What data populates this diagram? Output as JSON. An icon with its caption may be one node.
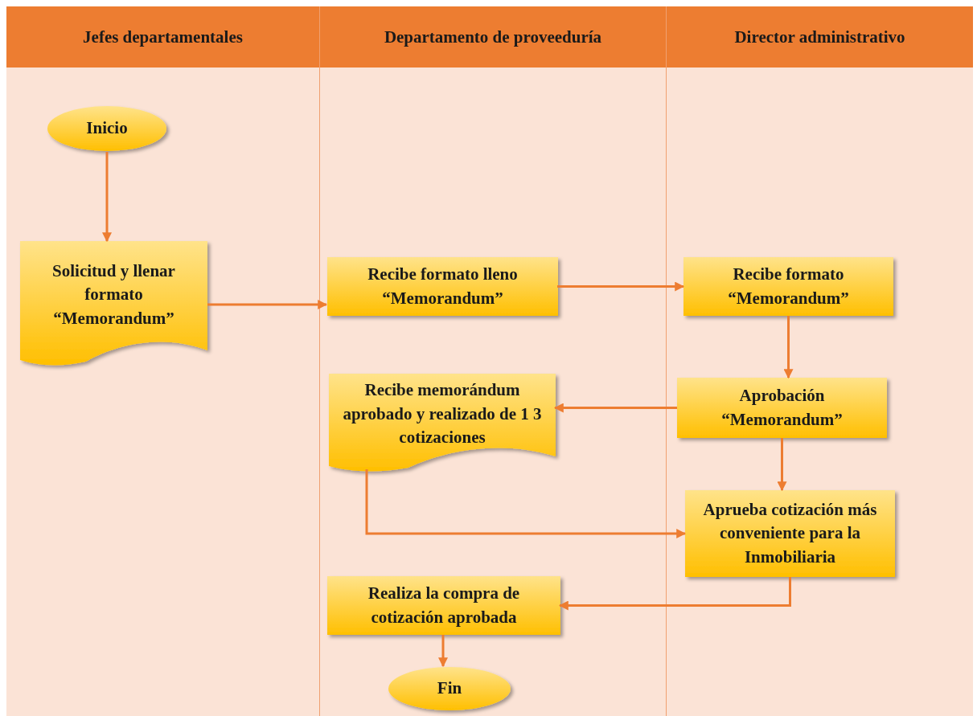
{
  "diagram": {
    "nodes": [
      {
        "text": [
          "Jefes departamentales"
        ]
      },
      {
        "text": [
          "Departamento de proveeduría"
        ]
      },
      {
        "text": [
          "Director administrativo"
        ]
      },
      {
        "text": [
          "Inicio"
        ],
        "in": 0
      },
      {
        "text": [
          "Solicitud y llenar formato “Memorandum”"
        ],
        "in": 0
      },
      {
        "text": [
          "Recibe formato lleno “Memorandum”"
        ],
        "in": 1
      },
      {
        "text": [
          "Recibe formato “Memorandum”"
        ],
        "in": 2
      },
      {
        "text": [
          "Aprobación “Memorandum”"
        ],
        "in": 2
      },
      {
        "text": [
          "Recibe memorándum aprobado y realizado de 1 3 cotizaciones"
        ],
        "in": 1
      },
      {
        "text": [
          "Aprueba cotización más conveniente para la Inmobiliaria"
        ],
        "in": 2
      },
      {
        "text": [
          "Realiza la compra de cotización aprobada"
        ],
        "in": 1
      },
      {
        "text": [
          "Fin"
        ],
        "in": 1
      }
    ],
    "edges": [
      {
        "from": 3,
        "to": 4,
        "arrow": "to"
      },
      {
        "from": 4,
        "to": 5,
        "arrow": "to"
      },
      {
        "from": 5,
        "to": 6,
        "arrow": "to"
      },
      {
        "from": 6,
        "to": 7,
        "arrow": "to"
      },
      {
        "from": 7,
        "to": 8,
        "arrow": "to"
      },
      {
        "from": 7,
        "to": 9,
        "arrow": "to"
      },
      {
        "from": 8,
        "to": 9,
        "arrow": "to"
      },
      {
        "from": 9,
        "to": 10,
        "arrow": "to"
      },
      {
        "from": 10,
        "to": 11,
        "arrow": "to"
      }
    ]
  }
}
